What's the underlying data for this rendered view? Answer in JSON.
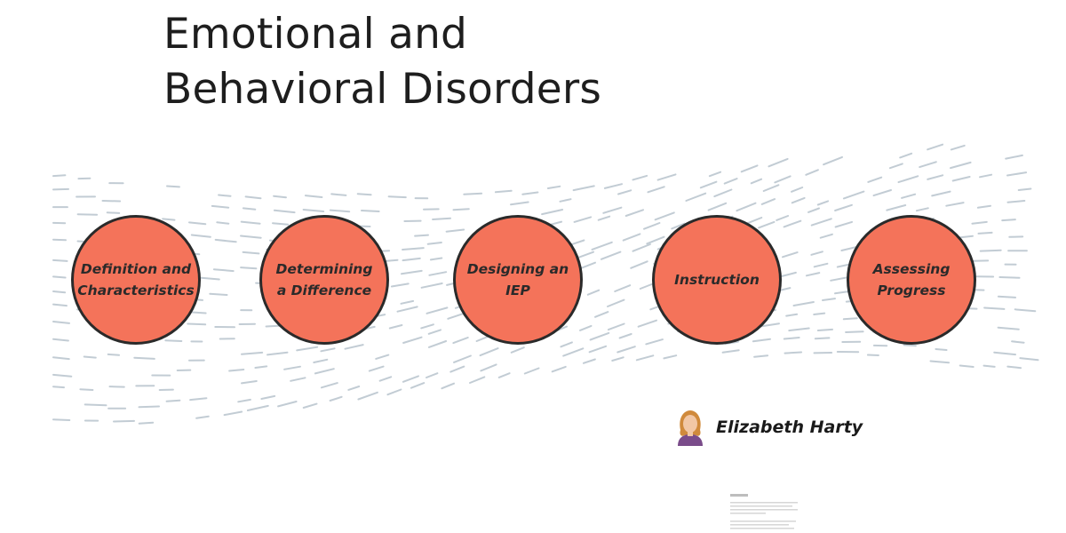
{
  "title_lines": [
    "Emotional and",
    "Behavioral Disorders"
  ],
  "nodes": [
    {
      "label": "Definition and\nCharacteristics"
    },
    {
      "label": "Determining\na Difference"
    },
    {
      "label": "Designing an\nIEP"
    },
    {
      "label": "Instruction"
    },
    {
      "label": "Assessing\nProgress"
    }
  ],
  "author": {
    "name": "Elizabeth Harty",
    "icon": "person-avatar-icon"
  },
  "colors": {
    "node_fill": "#f4735a",
    "node_border": "#2a2a2a",
    "dash": "#c2ccd4",
    "text": "#1e1e1e",
    "avatar_hair": "#d08a3c",
    "avatar_body": "#7a4c8a",
    "avatar_skin": "#f2c7a5"
  }
}
